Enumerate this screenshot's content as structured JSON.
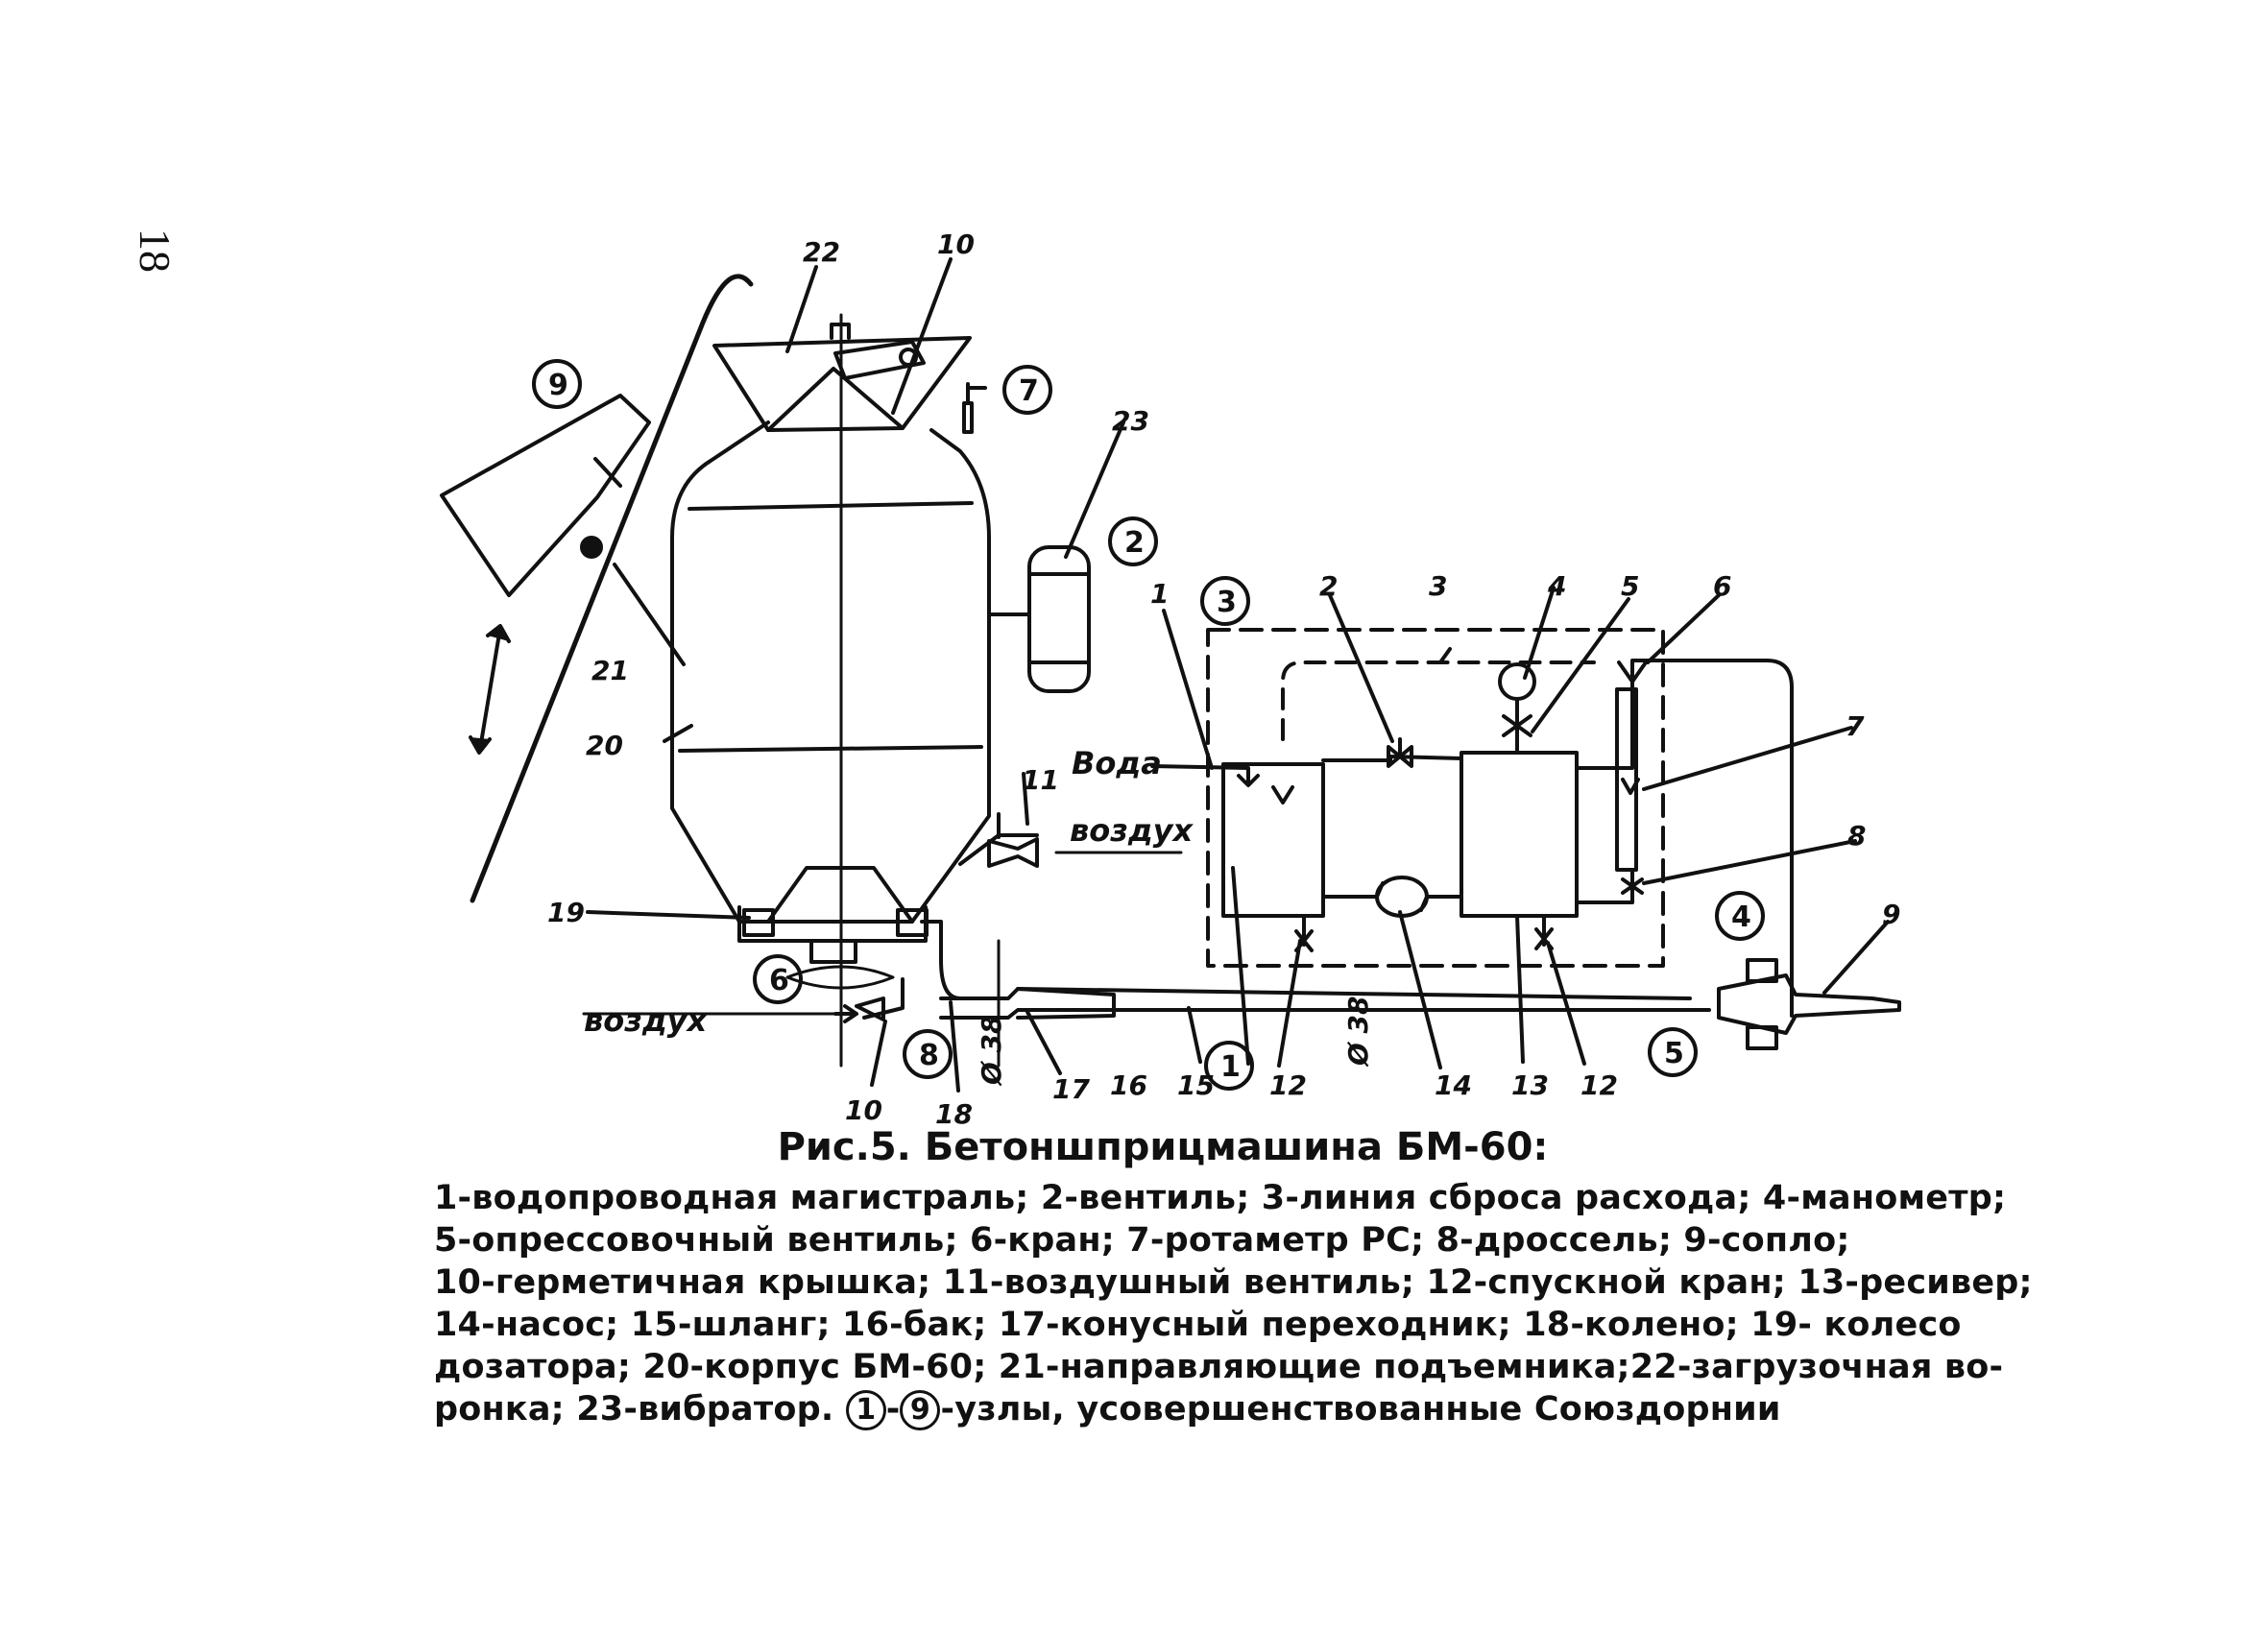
{
  "page_number": "18",
  "caption": {
    "title": "Рис.5. Бетоншприцмашина БМ-60:",
    "lines": [
      "1-водопроводная магистраль; 2-вентиль; 3-линия сброса расхода; 4-манометр;",
      "5-опрессовочный вентиль; 6-кран; 7-ротаметр РС; 8-дроссель; 9-сопло;",
      "10-герметичная крышка; 11-воздушный вентиль; 12-спускной кран; 13-ресивер;",
      "14-насос; 15-шланг; 16-бак; 17-конусный переходник; 18-колено; 19- колесо",
      "дозатора; 20-корпус БМ-60; 21-направляющие подъемника;22-загрузочная во-"
    ],
    "last_line_start": "ронка; 23-вибратор.",
    "last_circle_a": "1",
    "last_dash": "-",
    "last_circle_b": "9",
    "last_line_end": "-узлы, усовершенствованные Союздорнии"
  },
  "diagram": {
    "words": {
      "voda": "Вода",
      "vozdukh_right": "воздух",
      "vozdukh_left": "воздух",
      "diameter_1": "Ø 38",
      "diameter_2": "Ø 38"
    },
    "number_labels": {
      "n22": "22",
      "n10_top": "10",
      "n23": "23",
      "n21": "21",
      "n20": "20",
      "n19": "19",
      "n11": "11",
      "n10_bottom": "10",
      "n18": "18",
      "n17": "17",
      "n16": "16",
      "n15": "15",
      "n12_a": "12",
      "n14": "14",
      "n13": "13",
      "n12_b": "12",
      "n1": "1",
      "n2": "2",
      "n3": "3",
      "n4": "4",
      "n5": "5",
      "n6": "6",
      "n7": "7",
      "n8": "8",
      "n9": "9"
    },
    "circled_labels": {
      "c9": "9",
      "c7": "7",
      "c2": "2",
      "c3": "3",
      "c6": "6",
      "c8": "8",
      "c1": "1",
      "c4": "4",
      "c5": "5"
    }
  }
}
